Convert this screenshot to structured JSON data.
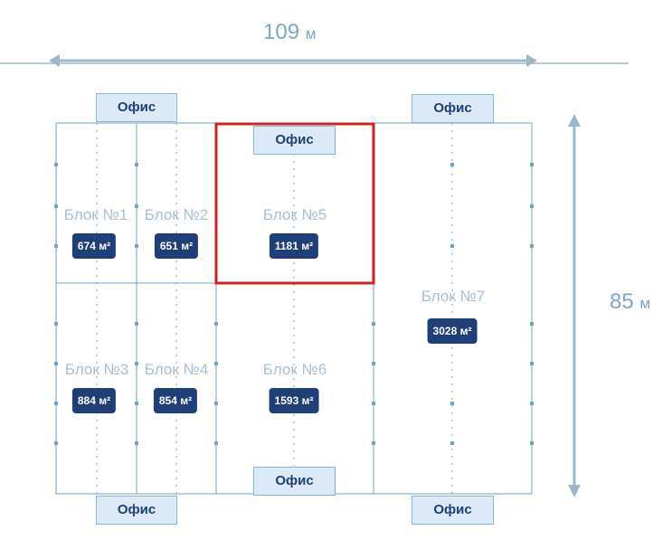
{
  "dimensions": {
    "width_value": "109",
    "width_unit": "м",
    "height_value": "85",
    "height_unit": "м"
  },
  "blocks": [
    {
      "label": "Блок №1",
      "area": "674 м²"
    },
    {
      "label": "Блок №2",
      "area": "651 м²"
    },
    {
      "label": "Блок №5",
      "area": "1181 м²"
    },
    {
      "label": "Блок №3",
      "area": "884 м²"
    },
    {
      "label": "Блок №4",
      "area": "854 м²"
    },
    {
      "label": "Блок №6",
      "area": "1593 м²"
    },
    {
      "label": "Блок №7",
      "area": "3028 м²"
    }
  ],
  "office_label": "Офис",
  "highlighted_block": "Блок №5",
  "colors": {
    "line": "#6fa3c8",
    "highlight": "#d21f1f",
    "badge": "#1e3f78",
    "office_fill": "#dbeaf6"
  }
}
